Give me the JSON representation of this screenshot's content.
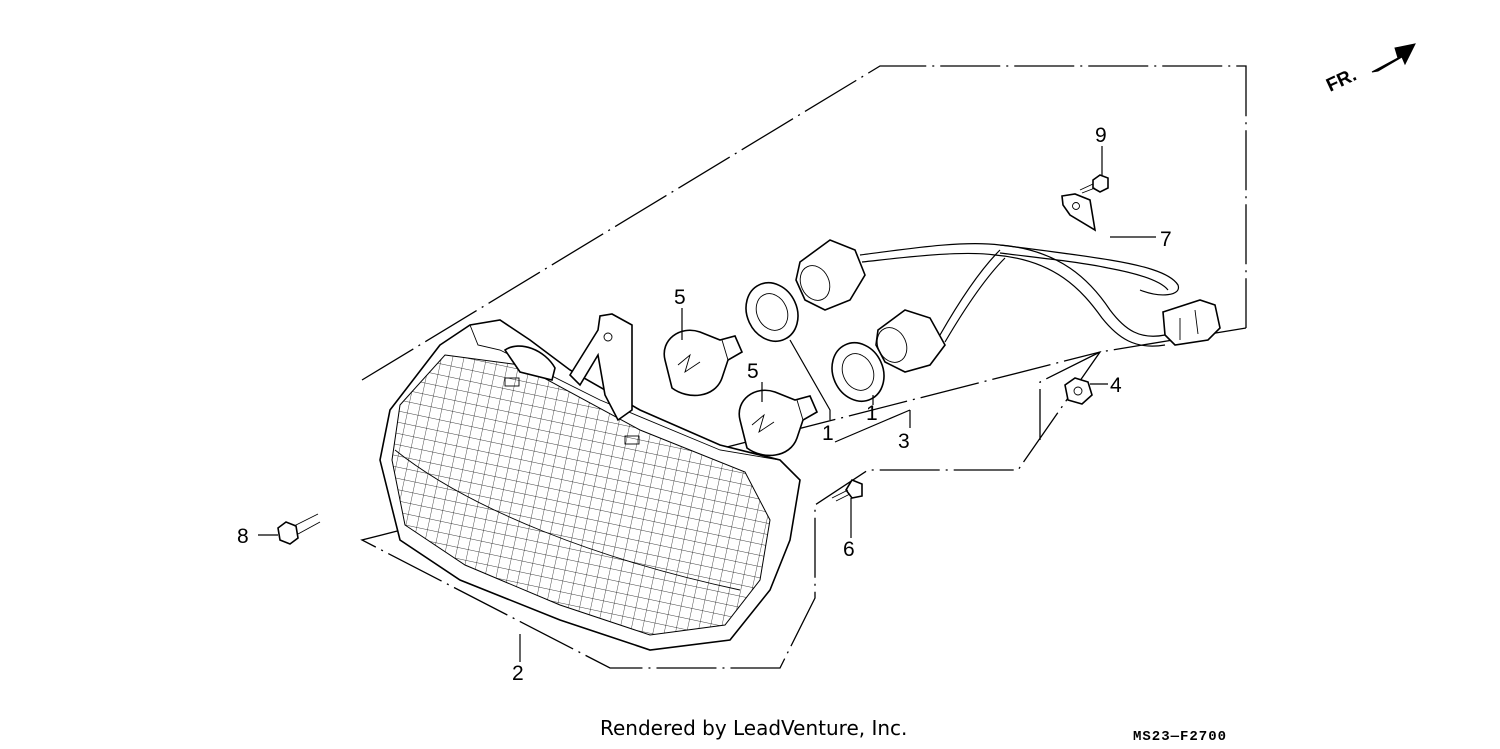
{
  "direction_label": "FR.",
  "callouts": {
    "c1a": "1",
    "c1b": "1",
    "c2": "2",
    "c3": "3",
    "c4": "4",
    "c5a": "5",
    "c5b": "5",
    "c6": "6",
    "c7": "7",
    "c8": "8",
    "c9": "9"
  },
  "footer": {
    "credit": "Rendered by LeadVenture, Inc.",
    "code": "MS23—F2700"
  },
  "icons": [
    "front-direction-arrow-icon"
  ]
}
